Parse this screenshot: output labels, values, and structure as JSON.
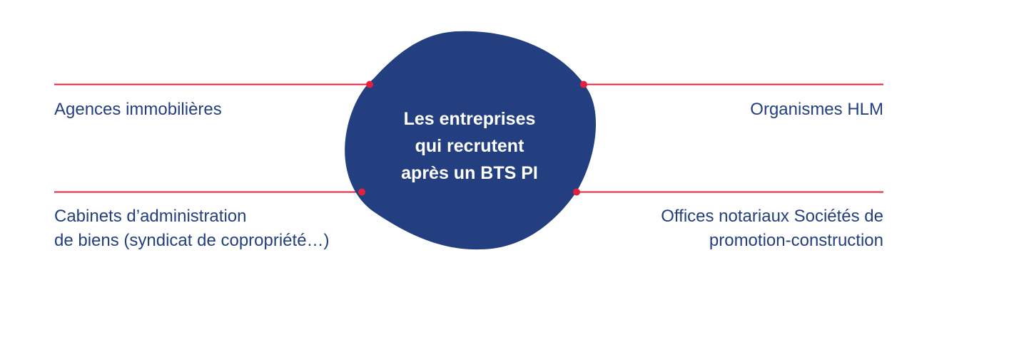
{
  "center": {
    "lines": [
      "Les entreprises",
      "qui recrutent",
      "après un BTS PI"
    ]
  },
  "items": [
    {
      "lines": [
        "Agences immobilières"
      ]
    },
    {
      "lines": [
        "Organismes HLM"
      ]
    },
    {
      "lines": [
        "Cabinets d’administration",
        "de biens (syndicat de copropriété…)"
      ]
    },
    {
      "lines": [
        "Offices notariaux Sociétés de",
        "promotion-construction"
      ]
    }
  ],
  "colors": {
    "blob": "#233f80",
    "line": "#e3213d",
    "text": "#233f80"
  }
}
